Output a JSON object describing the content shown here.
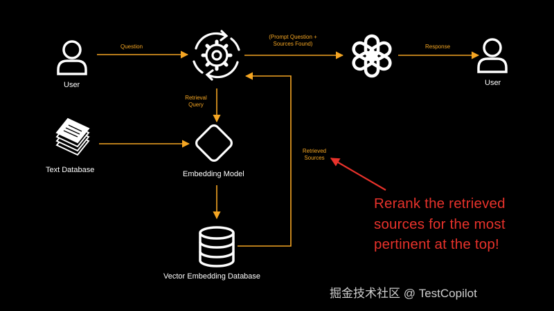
{
  "colors": {
    "background": "#000000",
    "arrow": "#f5a623",
    "annotation": "#e8322b",
    "icon": "#ffffff"
  },
  "nodes": {
    "user_left": {
      "label": "User",
      "icon": "user-icon"
    },
    "rag_pipeline": {
      "icon": "gear-cycle-icon"
    },
    "llm": {
      "icon": "openai-logo-icon"
    },
    "user_right": {
      "label": "User",
      "icon": "user-icon"
    },
    "text_database": {
      "label": "Text Database",
      "icon": "documents-stack-icon"
    },
    "embedding_model": {
      "label": "Embedding Model",
      "icon": "diamond-icon"
    },
    "vector_db": {
      "label": "Vector Embedding Database",
      "icon": "database-icon"
    }
  },
  "edges": {
    "question": "Question",
    "prompt_line1": "(Prompt Question +",
    "prompt_line2": "Sources Found)",
    "response": "Response",
    "retrieval_line1": "Retrieval",
    "retrieval_line2": "Query",
    "retrieved_line1": "Retrieved",
    "retrieved_line2": "Sources"
  },
  "annotation": {
    "line1": "Rerank the retrieved",
    "line2": "sources for the most",
    "line3": "pertinent at the top!"
  },
  "watermark": "掘金技术社区 @ TestCopilot"
}
